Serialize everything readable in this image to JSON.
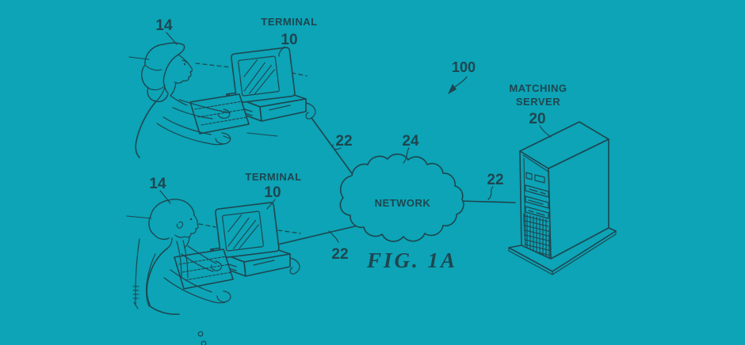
{
  "colors": {
    "background": "#0ca4b6",
    "ink": "#1e4650"
  },
  "figure": {
    "caption": "FIG. 1A",
    "system_ref": "100"
  },
  "terminal_top": {
    "user_ref": "14",
    "label": "TERMINAL",
    "ref": "10",
    "link_ref": "22"
  },
  "terminal_bottom": {
    "user_ref": "14",
    "label": "TERMINAL",
    "ref": "10",
    "link_ref": "22"
  },
  "network": {
    "label": "NETWORK",
    "ref": "24",
    "server_link_ref": "22"
  },
  "server": {
    "label_line1": "MATCHING",
    "label_line2": "SERVER",
    "ref": "20"
  }
}
